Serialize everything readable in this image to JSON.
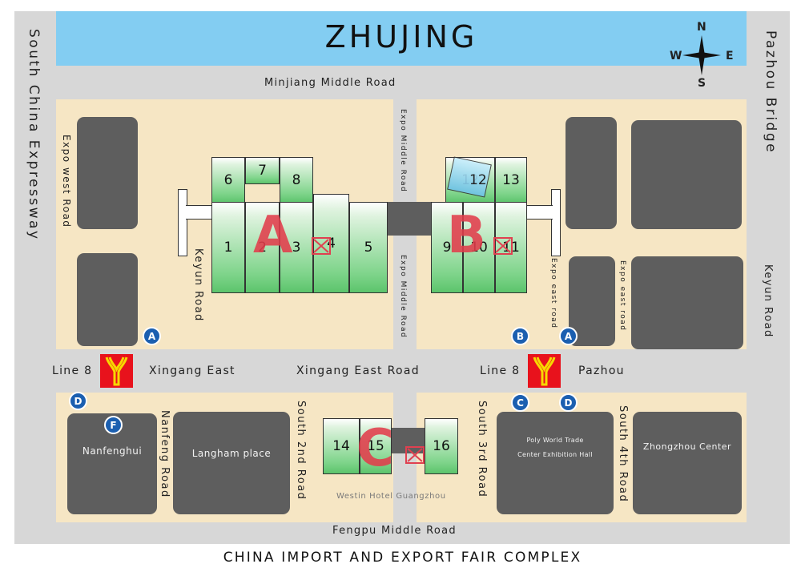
{
  "map": {
    "river": "ZHUJING",
    "compass": {
      "n": "N",
      "s": "S",
      "e": "E",
      "w": "W"
    },
    "roads": {
      "minjiang": "Minjiang Middle Road",
      "fengpu": "Fengpu Middle Road",
      "xingang_east_road": "Xingang East Road",
      "south_china_expressway": "South China Expressway",
      "pazhou_bridge": "Pazhou Bridge",
      "expo_west": "Expo west Road",
      "expo_middle_top": "Expo Middle Road",
      "expo_middle_bottom": "Expo Middle Road",
      "keyun_road_left": "Keyun Road",
      "keyun_road_right": "Keyun Road",
      "expo_east_1": "Expo east road",
      "expo_east_2": "Expo east road",
      "nanfeng": "Nanfeng Road",
      "south_2nd": "South 2nd Road",
      "south_3rd": "South 3rd Road",
      "south_4th": "South 4th Road"
    },
    "metro": {
      "left_line": "Line 8",
      "left_station": "Xingang East",
      "right_line": "Line 8",
      "right_station": "Pazhou"
    },
    "buildings": {
      "nanfenghui": "Nanfenghui",
      "langham": "Langham place",
      "poly_line1": "Poly World Trade",
      "poly_line2": "Center Exhibition Hall",
      "zhongzhou": "Zhongzhou Center",
      "westin": "Westin Hotel Guangzhou"
    },
    "areas": {
      "a": "A",
      "b": "B",
      "c": "C"
    },
    "halls": {
      "h1": "1",
      "h2": "2",
      "h3": "3",
      "h4": "4",
      "h5": "5",
      "h6": "6",
      "h7": "7",
      "h8": "8",
      "h9": "9",
      "h10": "10",
      "h11": "11",
      "h12": "12",
      "h13": "13",
      "h14": "14",
      "h15": "15",
      "h16": "16"
    },
    "exits": {
      "a_left": "A",
      "b_right": "B",
      "a_right": "A",
      "d_left": "D",
      "f_left": "F",
      "c_right": "C",
      "d_right": "D"
    },
    "caption": "CHINA IMPORT AND EXPORT FAIR COMPLEX",
    "colors": {
      "river": "#83cdf2",
      "hall_green": "#6fcf7f",
      "area_letter": "#e13c4b",
      "exit_marker": "#1b5fb0",
      "metro": "#e8121c"
    }
  }
}
